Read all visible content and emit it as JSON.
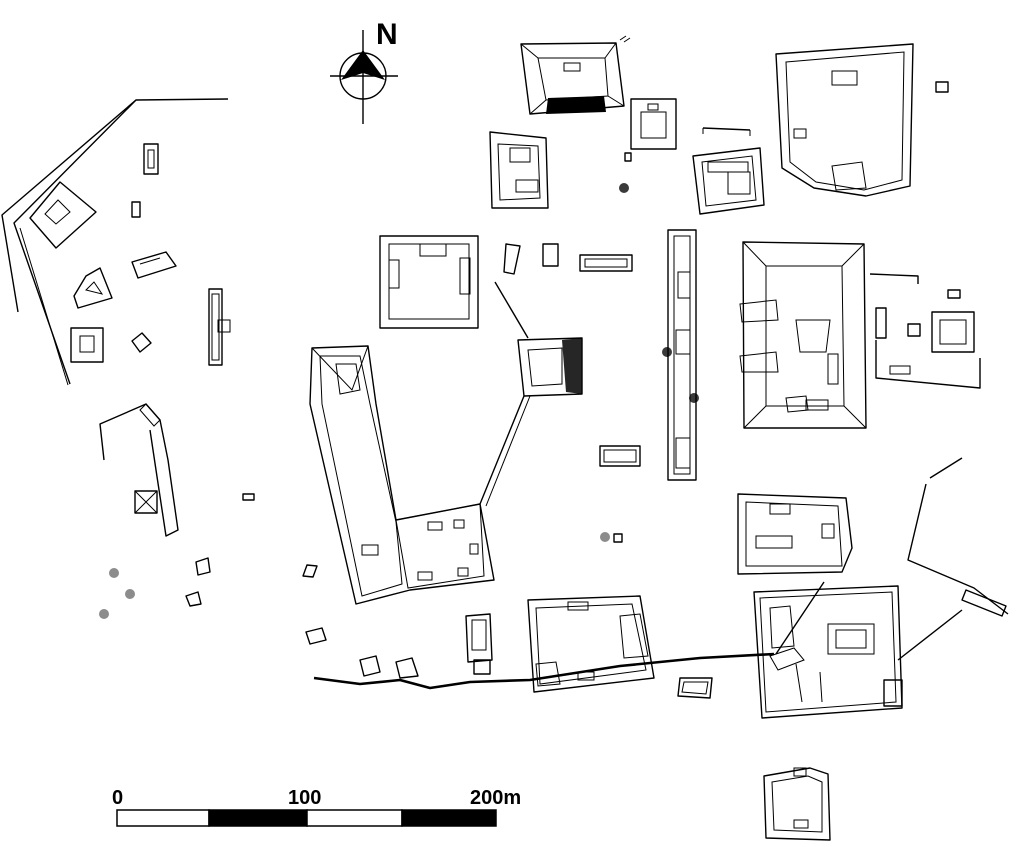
{
  "north_arrow": {
    "label": "N"
  },
  "scale_bar": {
    "labels": [
      "0",
      "100",
      "200m"
    ],
    "segment_colors": [
      "#ffffff",
      "#000000",
      "#ffffff",
      "#000000"
    ]
  },
  "colors": {
    "ink": "#000000",
    "background": "#ffffff",
    "marker_dark": "#3a3a3a",
    "marker_grey": "#8c8c8c"
  }
}
